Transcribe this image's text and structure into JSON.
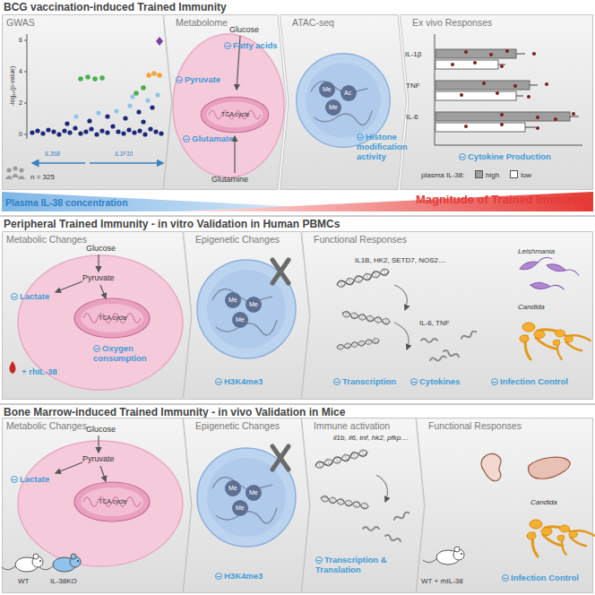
{
  "diagram": {
    "nodes": [
      {
        "text": [
          "BCG vaccination-induced Trained Immunity"
        ]
      },
      {
        "text": [
          "GWAS"
        ],
        "in": 0
      },
      {
        "text": [
          "Metabolome"
        ],
        "in": 0
      },
      {
        "text": [
          "ATAC-seq"
        ],
        "in": 0
      },
      {
        "text": [
          "Ex vivo Responses"
        ],
        "in": 0
      },
      {
        "text": [
          "Plasma IL-38 concentration",
          "Magnitude of Trained Immunity"
        ],
        "in": 0
      },
      {
        "text": [
          "Peripheral Trained Immunity - in vitro Validation in Human PBMCs"
        ]
      },
      {
        "text": [
          "Metabolic Changes"
        ],
        "in": 6
      },
      {
        "text": [
          "Epigenetic Changes"
        ],
        "in": 6
      },
      {
        "text": [
          "Functional Responses"
        ],
        "in": 6
      },
      {
        "text": [
          "Bone Marrow-induced Trained Immunity - in vivo Validation in Mice"
        ]
      },
      {
        "text": [
          "Metabolic Changes"
        ],
        "in": 10
      },
      {
        "text": [
          "Epigenetic Changes"
        ],
        "in": 10
      },
      {
        "text": [
          "Immune activation"
        ],
        "in": 10
      },
      {
        "text": [
          "Functional Responses"
        ],
        "in": 10
      }
    ],
    "labels": [
      "-log₁₀(p-value)",
      "6",
      "4",
      "2",
      "0",
      "IL36B",
      "IL1F10",
      "n = 325",
      "Glucose",
      "Fatty acids",
      "Pyruvate",
      "TCA cycle",
      "Glutamate",
      "Glutamine",
      "Me",
      "Ac",
      "Me",
      "Histone modification activity",
      "IL-1β",
      "TNF",
      "IL-6",
      "Cytokine Production",
      "plasma IL-38:",
      "Glucose",
      "Pyruvate",
      "TCA cycle",
      "Lactate",
      "Oxygen consumption",
      "+ rhIL-38",
      "Me",
      "Me",
      "Me",
      "H3K4me3",
      "IL1B, HK2, SETD7, NOS2....",
      "IL-6, TNF",
      "Transcription",
      "Cytokines",
      "Leishmania",
      "Candida",
      "Infection Control",
      "Glucose",
      "Pyruvate",
      "TCA cycle",
      "Lactate",
      "WT",
      "IL-38KO",
      "Me",
      "Me",
      "Me",
      "H3K4me3",
      "il1b, il6, tnf, hk2, pfkp....",
      "Transcription & Translation",
      "WT + rhIL-38",
      "Candida",
      "Infection Control"
    ],
    "legend": [
      {
        "text": "high",
        "color": "#9e9e9e"
      },
      {
        "text": "low",
        "color": "#ffffff"
      }
    ]
  }
}
